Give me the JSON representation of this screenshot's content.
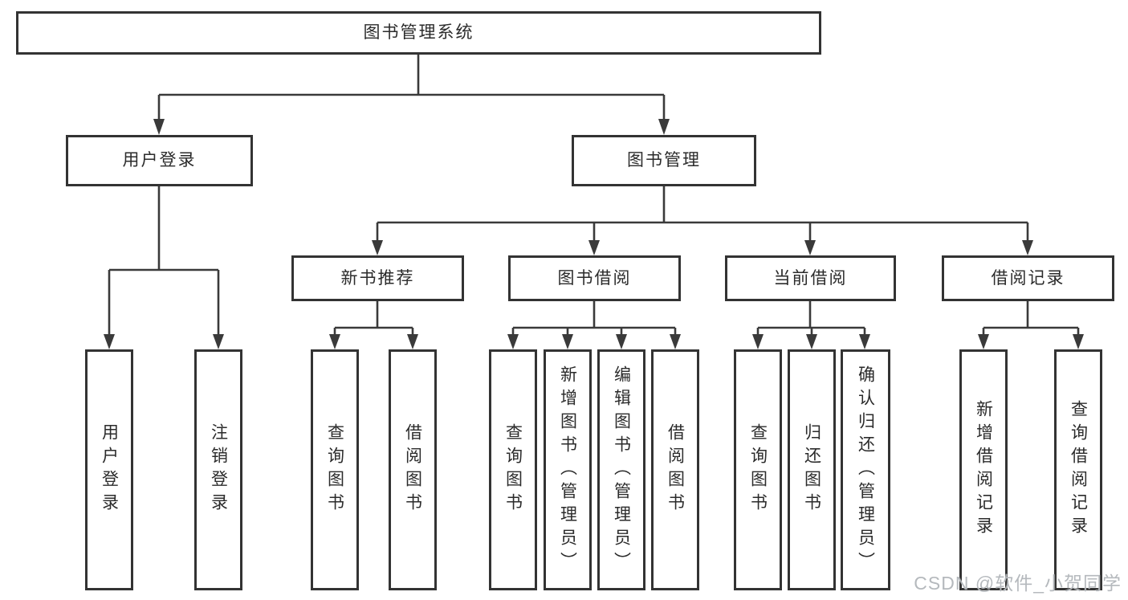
{
  "diagram_title": "图书管理系统",
  "colors": {
    "line": "#3a3a3a",
    "box_border": "#333333",
    "box_fill": "#ffffff",
    "text": "#2b2b2b",
    "watermark": "#a8adb2"
  },
  "nodes": {
    "root": {
      "label": "图书管理系统"
    },
    "level2": [
      {
        "label": "用户登录"
      },
      {
        "label": "图书管理"
      }
    ],
    "level3": [
      {
        "label": "新书推荐",
        "parent": "图书管理"
      },
      {
        "label": "图书借阅",
        "parent": "图书管理"
      },
      {
        "label": "当前借阅",
        "parent": "图书管理"
      },
      {
        "label": "借阅记录",
        "parent": "图书管理"
      }
    ],
    "leaves": [
      {
        "label": "用户登录",
        "parent": "用户登录"
      },
      {
        "label": "注销登录",
        "parent": "用户登录"
      },
      {
        "label": "查询图书",
        "parent": "新书推荐"
      },
      {
        "label": "借阅图书",
        "parent": "新书推荐"
      },
      {
        "label": "查询图书",
        "parent": "图书借阅"
      },
      {
        "label": "新增图书（管理员）",
        "parent": "图书借阅"
      },
      {
        "label": "编辑图书（管理员）",
        "parent": "图书借阅"
      },
      {
        "label": "借阅图书",
        "parent": "图书借阅"
      },
      {
        "label": "查询图书",
        "parent": "当前借阅"
      },
      {
        "label": "归还图书",
        "parent": "当前借阅"
      },
      {
        "label": "确认归还（管理员）",
        "parent": "当前借阅"
      },
      {
        "label": "新增借阅记录",
        "parent": "借阅记录"
      },
      {
        "label": "查询借阅记录",
        "parent": "借阅记录"
      }
    ]
  },
  "watermark": {
    "text": "CSDN @软件_小贺同学"
  }
}
